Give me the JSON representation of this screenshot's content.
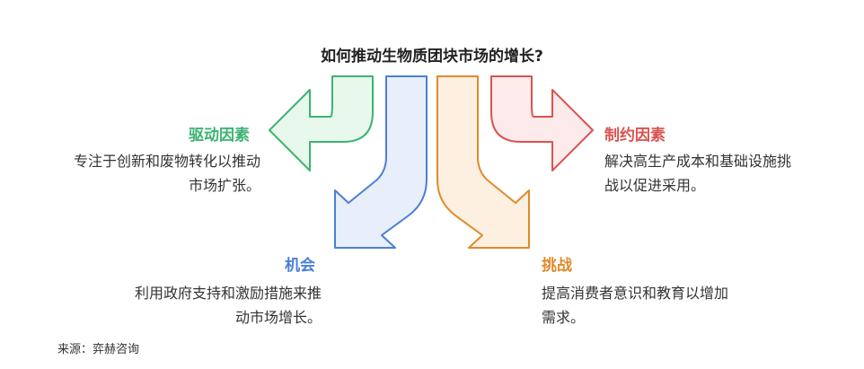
{
  "title": "如何推动生物质团块市场的增长?",
  "sections": {
    "drivers": {
      "title": "驱动因素",
      "desc_line1": "专注于创新和废物转化以推动",
      "desc_line2": "市场扩张。",
      "color": "#3cb371",
      "fill": "#e8f8ec"
    },
    "constraints": {
      "title": "制约因素",
      "desc_line1": "解决高生产成本和基础设施挑",
      "desc_line2": "战以促进采用。",
      "color": "#d9534f",
      "fill": "#fdeaea"
    },
    "opportunities": {
      "title": "机会",
      "desc_line1": "利用政府支持和激励措施来推",
      "desc_line2": "动市场增长。",
      "color": "#4a7fd4",
      "fill": "#e8effb"
    },
    "challenges": {
      "title": "挑战",
      "desc_line1": "提高消费者意识和教育以增加",
      "desc_line2": "需求。",
      "color": "#e08a2c",
      "fill": "#fdf0e0"
    }
  },
  "source": "来源：弈赫咨询"
}
